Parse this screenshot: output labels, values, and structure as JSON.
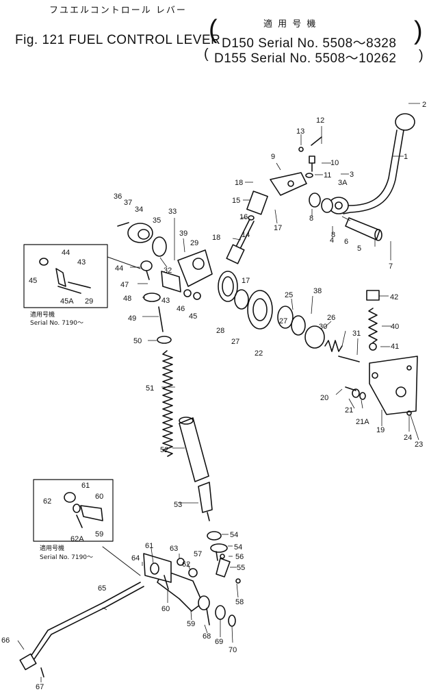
{
  "header": {
    "jp_title": "フユエルコントロール レバー",
    "title": "Fig. 121 FUEL CONTROL LEVER",
    "applicable_jp": "適 用 号 機",
    "serial_1": "D150 Serial No. 5508～8328",
    "serial_2": "D155 Serial No. 5508～10262"
  },
  "insets": [
    {
      "jp": "適用号機",
      "serial": "Serial No. 7190～"
    },
    {
      "jp": "適用号機",
      "serial": "Serial No. 7190～"
    }
  ],
  "colors": {
    "ink": "#111111",
    "paper": "#ffffff"
  },
  "callouts": [
    {
      "label": "1"
    },
    {
      "label": "2"
    },
    {
      "label": "3"
    },
    {
      "label": "3A"
    },
    {
      "label": "4"
    },
    {
      "label": "5"
    },
    {
      "label": "6"
    },
    {
      "label": "7"
    },
    {
      "label": "8"
    },
    {
      "label": "8"
    },
    {
      "label": "9"
    },
    {
      "label": "10"
    },
    {
      "label": "11"
    },
    {
      "label": "12"
    },
    {
      "label": "13"
    },
    {
      "label": "14"
    },
    {
      "label": "15"
    },
    {
      "label": "16"
    },
    {
      "label": "17"
    },
    {
      "label": "17"
    },
    {
      "label": "18"
    },
    {
      "label": "18"
    },
    {
      "label": "19"
    },
    {
      "label": "20"
    },
    {
      "label": "21"
    },
    {
      "label": "21A"
    },
    {
      "label": "22"
    },
    {
      "label": "23"
    },
    {
      "label": "24"
    },
    {
      "label": "25"
    },
    {
      "label": "26"
    },
    {
      "label": "27"
    },
    {
      "label": "27"
    },
    {
      "label": "28"
    },
    {
      "label": "29"
    },
    {
      "label": "30"
    },
    {
      "label": "31"
    },
    {
      "label": "32"
    },
    {
      "label": "33"
    },
    {
      "label": "34"
    },
    {
      "label": "35"
    },
    {
      "label": "36"
    },
    {
      "label": "37"
    },
    {
      "label": "38"
    },
    {
      "label": "39"
    },
    {
      "label": "40"
    },
    {
      "label": "41"
    },
    {
      "label": "42"
    },
    {
      "label": "43"
    },
    {
      "label": "44"
    },
    {
      "label": "45"
    },
    {
      "label": "46"
    },
    {
      "label": "47"
    },
    {
      "label": "48"
    },
    {
      "label": "49"
    },
    {
      "label": "50"
    },
    {
      "label": "51"
    },
    {
      "label": "52"
    },
    {
      "label": "53"
    },
    {
      "label": "54"
    },
    {
      "label": "54"
    },
    {
      "label": "55"
    },
    {
      "label": "56"
    },
    {
      "label": "57"
    },
    {
      "label": "58"
    },
    {
      "label": "59"
    },
    {
      "label": "60"
    },
    {
      "label": "61"
    },
    {
      "label": "62"
    },
    {
      "label": "63"
    },
    {
      "label": "64"
    },
    {
      "label": "65"
    },
    {
      "label": "66"
    },
    {
      "label": "67"
    },
    {
      "label": "68"
    },
    {
      "label": "69"
    },
    {
      "label": "70"
    }
  ],
  "inset_callouts": [
    {
      "label": "44"
    },
    {
      "label": "43"
    },
    {
      "label": "45"
    },
    {
      "label": "45A"
    },
    {
      "label": "29"
    },
    {
      "label": "61"
    },
    {
      "label": "60"
    },
    {
      "label": "62"
    },
    {
      "label": "62A"
    },
    {
      "label": "59"
    }
  ]
}
